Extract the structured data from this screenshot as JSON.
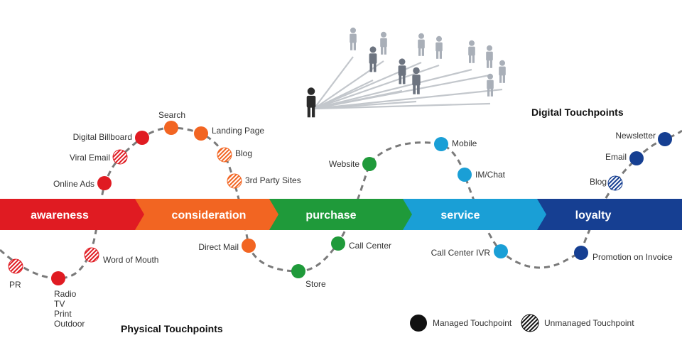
{
  "colors": {
    "awareness": "#e01b22",
    "consideration": "#f26522",
    "purchase": "#1f9a3a",
    "service": "#1a9fd6",
    "loyalty": "#163f92",
    "path": "#7a7a7a",
    "figure_dark": "#2b2b2b",
    "figure_mid": "#6d7480",
    "figure_light": "#a9afb8",
    "network_line": "#c3c7cc"
  },
  "stages": [
    {
      "key": "awareness",
      "label": "awareness"
    },
    {
      "key": "consideration",
      "label": "consideration"
    },
    {
      "key": "purchase",
      "label": "purchase"
    },
    {
      "key": "service",
      "label": "service"
    },
    {
      "key": "loyalty",
      "label": "loyalty"
    }
  ],
  "headings": {
    "digital": "Digital Touchpoints",
    "physical": "Physical Touchpoints"
  },
  "touchpoints": [
    {
      "label": [
        "PR"
      ],
      "stage": "awareness",
      "managed": false
    },
    {
      "label": [
        "Radio",
        "TV",
        "Print",
        "Outdoor"
      ],
      "stage": "awareness",
      "managed": true
    },
    {
      "label": [
        "Word of Mouth"
      ],
      "stage": "awareness",
      "managed": false
    },
    {
      "label": [
        "Online Ads"
      ],
      "stage": "awareness",
      "managed": true
    },
    {
      "label": [
        "Viral Email"
      ],
      "stage": "awareness",
      "managed": false
    },
    {
      "label": [
        "Digital Billboard"
      ],
      "stage": "awareness",
      "managed": true
    },
    {
      "label": [
        "Search"
      ],
      "stage": "consideration",
      "managed": true
    },
    {
      "label": [
        "Landing Page"
      ],
      "stage": "consideration",
      "managed": true
    },
    {
      "label": [
        "Blog"
      ],
      "stage": "consideration",
      "managed": false
    },
    {
      "label": [
        "3rd Party Sites"
      ],
      "stage": "consideration",
      "managed": false
    },
    {
      "label": [
        "Direct Mail"
      ],
      "stage": "consideration",
      "managed": true
    },
    {
      "label": [
        "Store"
      ],
      "stage": "purchase",
      "managed": true
    },
    {
      "label": [
        "Call Center"
      ],
      "stage": "purchase",
      "managed": true
    },
    {
      "label": [
        "Website"
      ],
      "stage": "purchase",
      "managed": true
    },
    {
      "label": [
        "Mobile"
      ],
      "stage": "service",
      "managed": true
    },
    {
      "label": [
        "IM/Chat"
      ],
      "stage": "service",
      "managed": true
    },
    {
      "label": [
        "Call Center IVR"
      ],
      "stage": "service",
      "managed": true
    },
    {
      "label": [
        "Promotion on Invoice"
      ],
      "stage": "loyalty",
      "managed": true
    },
    {
      "label": [
        "Blog"
      ],
      "stage": "loyalty",
      "managed": false
    },
    {
      "label": [
        "Email"
      ],
      "stage": "loyalty",
      "managed": true
    },
    {
      "label": [
        "Newsletter"
      ],
      "stage": "loyalty",
      "managed": true
    }
  ],
  "legend": {
    "managed": "Managed Touchpoint",
    "unmanaged": "Unmanaged Touchpoint"
  },
  "icons": {
    "people": "person-icon",
    "legend_managed": "filled-circle-icon",
    "legend_unmanaged": "hatched-circle-icon"
  }
}
